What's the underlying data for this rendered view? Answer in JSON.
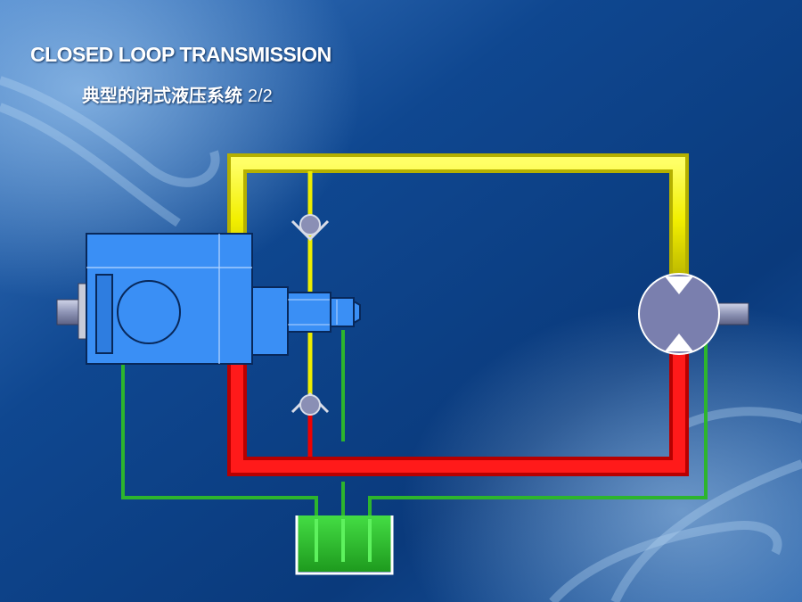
{
  "slide": {
    "title": "CLOSED LOOP TRANSMISSION",
    "subtitle": "典型的闭式液压系统",
    "page": "2/2"
  },
  "colors": {
    "high_pressure_line": "#ffff00",
    "low_pressure_line": "#ff0000",
    "drain_line": "#2db52d",
    "pump_body": "#3a8ff5",
    "motor_body": "#7a7fae",
    "tank_fluid": "#33cc33",
    "background": "#0d3f86"
  },
  "icons": {
    "pump": "variable-displacement-pump-icon",
    "motor": "hydraulic-motor-icon",
    "check_valve": "check-valve-icon",
    "tank": "reservoir-tank-icon"
  }
}
